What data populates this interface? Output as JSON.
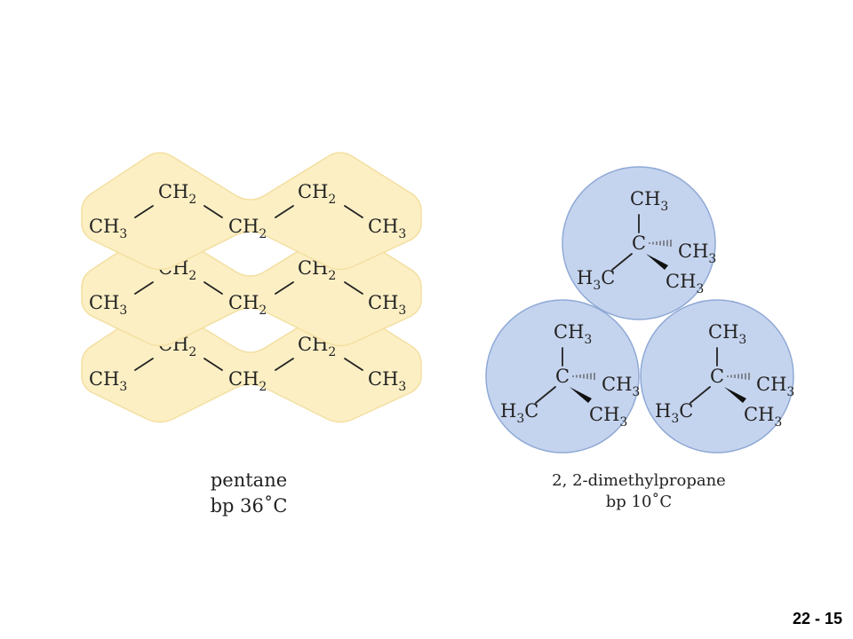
{
  "colors": {
    "pentane_fill": "#fcefc4",
    "pentane_edge": "#f3dfa0",
    "sphere_fill": "#c5d4ee",
    "sphere_edge": "#8fa9d6"
  },
  "pentane": {
    "top_left": "CH",
    "top_left_sub": "2",
    "top_right": "CH",
    "top_right_sub": "2",
    "left": "CH",
    "left_sub": "3",
    "middle": "CH",
    "middle_sub": "2",
    "right": "CH",
    "right_sub": "3",
    "name": "pentane",
    "bp": "bp 36˚C"
  },
  "neopentane": {
    "center": "C",
    "top": "CH",
    "top_sub": "3",
    "right": "CH",
    "right_sub": "3",
    "lower_left_a": "H",
    "lower_left_sub": "3",
    "lower_left_b": "C",
    "lower_right": "CH",
    "lower_right_sub": "3",
    "name": "2, 2-dimethylpropane",
    "bp": "bp 10˚C"
  },
  "page_number": "22 - 15"
}
